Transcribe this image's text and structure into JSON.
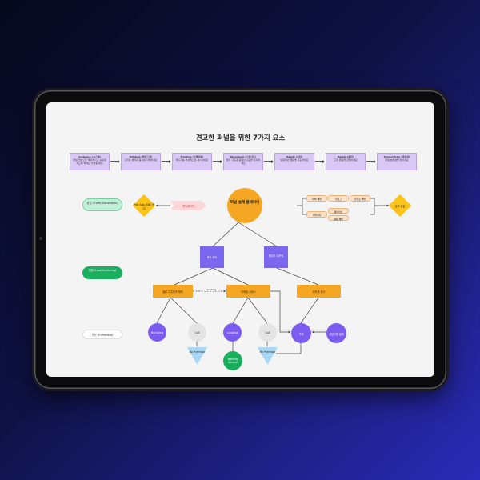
{
  "diagram": {
    "title": "견고한 퍼널을 위한 7가지 요소",
    "steps": [
      {
        "title": "Audience (시스템)",
        "desc": "퍼널 전반으로 해주하시고 손쉬워지도록 하세요 타겟층 확보"
      },
      {
        "title": "Mindset (마인드셋)",
        "desc": "고객의 생각과 동기를 이해하세요"
      },
      {
        "title": "Framing (프레이밍)",
        "desc": "메시지를 효과적으로 제시하세요"
      },
      {
        "title": "Standards (스탠다드)",
        "desc": "업계 기준과 동일한 수준을 유지하세요"
      },
      {
        "title": "Habits (습관)",
        "desc": "반복적인 행동을 유도하세요"
      },
      {
        "title": "Habits (습관)",
        "desc": "고객 행동을 관찰하세요"
      },
      {
        "title": "Productivity (생산성)",
        "desc": "퍼널 효율성을 높이세요"
      }
    ],
    "left_labels": {
      "top": "유입 (Traffic Generation)",
      "mid": "전환 (Lead Nurturing)",
      "bottom": "가치 (Fulfillment)"
    },
    "traffic_source": "Paid Ads (SNS 광고)",
    "landing": "랜딩페이지",
    "center": "퍼널 설계 플레이어",
    "right_source": "검색 유입",
    "tags": [
      "SNS 채널",
      "블로그",
      "유튜브 채널",
      "커뮤니티",
      "웹사이트",
      "제휴 채널"
    ],
    "squares": [
      "모든 리드",
      "핫리드 너처링"
    ],
    "orange": [
      "블로그 콘텐츠 제작",
      "이메일 시퀀스",
      "리타겟 광고"
    ],
    "link_label": "upselling",
    "circles_left": [
      "Nurturing",
      "Call"
    ],
    "circles_mid": [
      "Landing",
      "Call"
    ],
    "circles_right": [
      "구매",
      "상담신청 결제"
    ],
    "triangles": [
      "No Purchase",
      "No Purchase"
    ],
    "green": "Monthly Service"
  },
  "colors": {
    "purple_box": "#d9c7f6",
    "orange": "#f5a623",
    "yellow": "#fcc419",
    "violet": "#7b68ee",
    "circle": "#7c5cf0",
    "gray": "#e4e4e4",
    "blue": "#a8d8f5",
    "green": "#1aaf5d"
  }
}
